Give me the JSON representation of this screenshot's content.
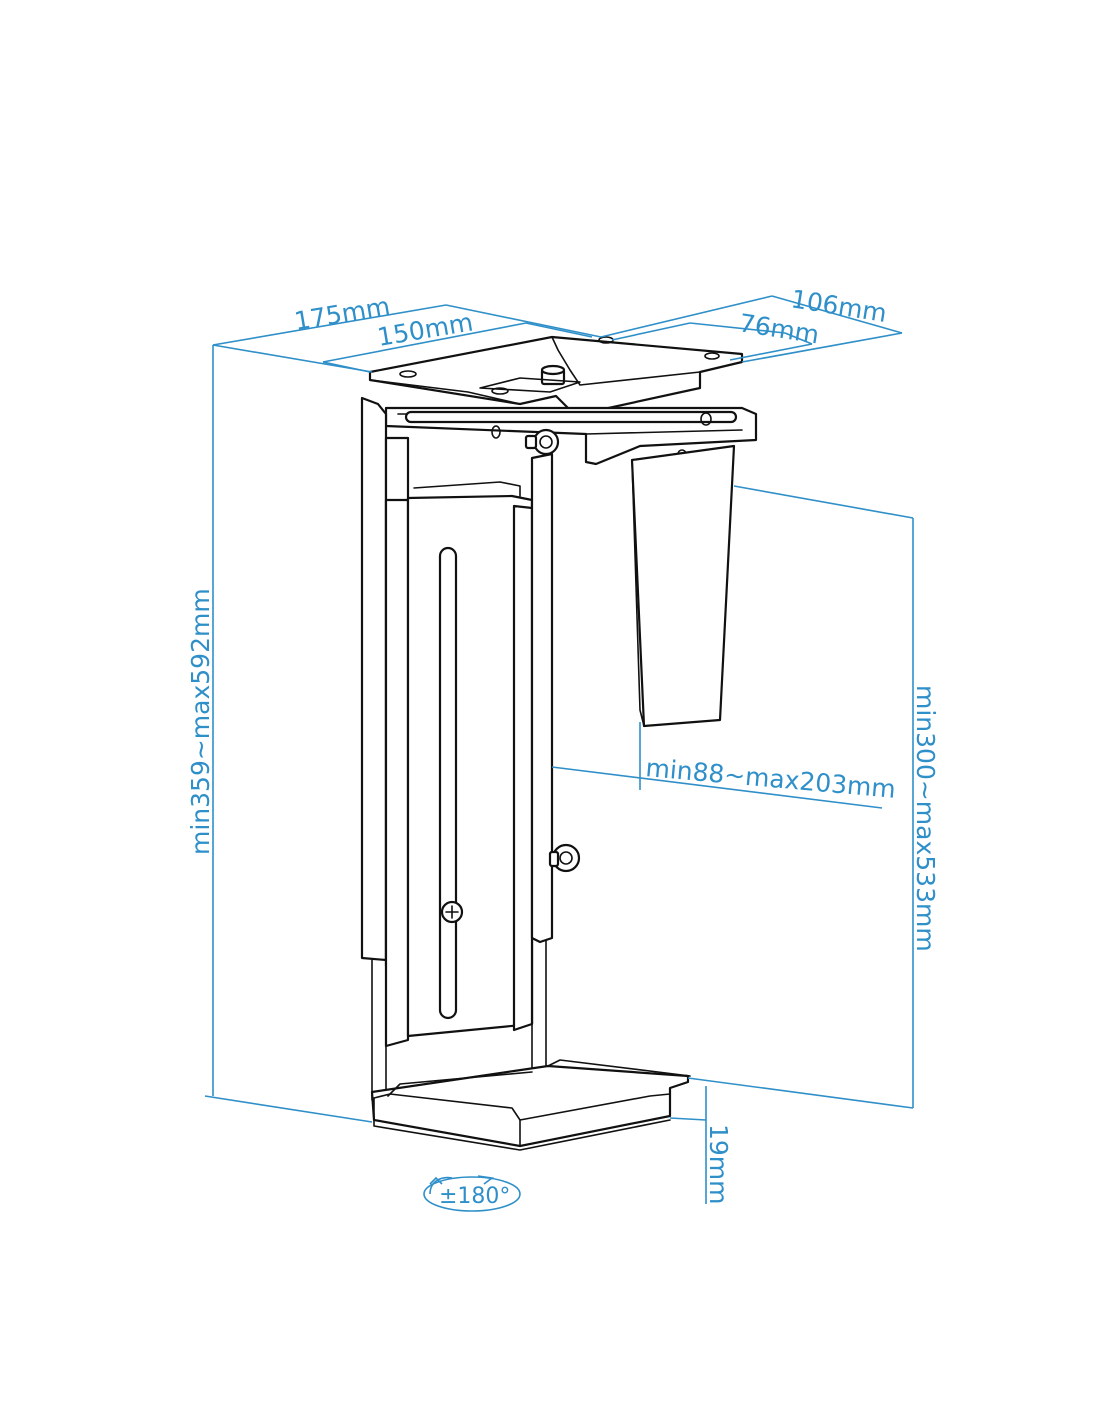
{
  "colors": {
    "dimension": "#2f8fc9",
    "outline": "#111111",
    "background": "#ffffff"
  },
  "dimensions": {
    "width_outer": "175mm",
    "width_inner": "150mm",
    "depth_outer": "106mm",
    "depth_inner": "76mm",
    "height_total": "min359~max592mm",
    "height_inner": "min300~max533mm",
    "width_adjust": "min88~max203mm",
    "base_height": "19mm",
    "rotation": "±180°"
  }
}
